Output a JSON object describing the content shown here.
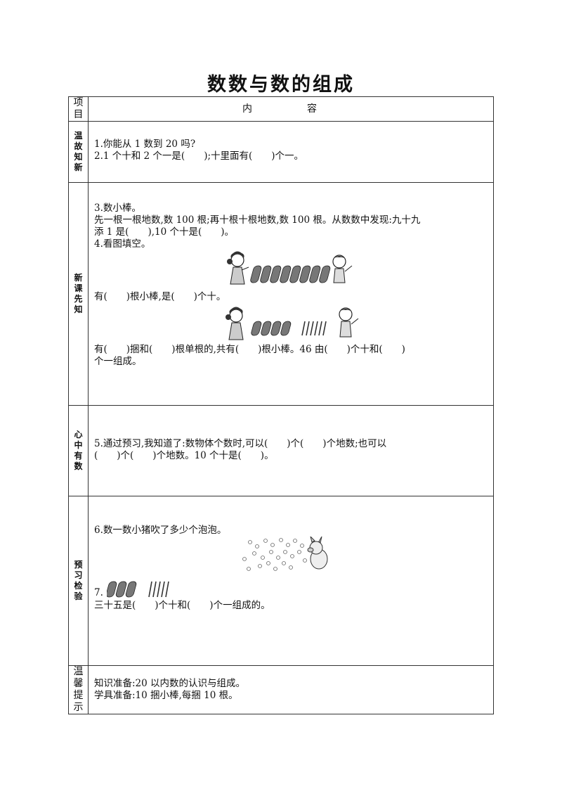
{
  "title": "数数与数的组成",
  "header": {
    "col1": "项目",
    "col2": "内　容"
  },
  "rows": {
    "review": {
      "label": "温故知新",
      "lines": [
        "1.你能从 1 数到 20 吗?",
        "2.1 个十和 2 个一是(　　);十里面有(　　)个一。"
      ]
    },
    "preview": {
      "label": "新课先知",
      "lines": [
        "3.数小棒。",
        "先一根一根地数,数 100 根;再十根十根地数,数 100 根。从数数中发现:九十九",
        "添 1 是(　　),10 个十是(　　)。",
        "4.看图填空。",
        "有(　　)根小棒,是(　　)个十。",
        "有(　　)捆和(　　)根单根的,共有(　　)根小棒。46 由(　　)个十和(　　)",
        "个一组成。"
      ]
    },
    "heart": {
      "label": "心中有数",
      "lines": [
        "5.通过预习,我知道了:数物体个数时,可以(　　)个(　　)个地数;也可以",
        "(　　)个(　　)个地数。10 个十是(　　)。"
      ]
    },
    "check": {
      "label": "预习检验",
      "lines": [
        "6.数一数小猪吹了多少个泡泡。",
        "7.",
        "三十五是(　　)个十和(　　)个一组成的。"
      ]
    },
    "tips": {
      "label": [
        "温馨",
        "提示"
      ],
      "lines": [
        "知识准备:20 以内数的认识与组成。",
        "学具准备:10 捆小棒,每捆 10 根。"
      ]
    }
  }
}
